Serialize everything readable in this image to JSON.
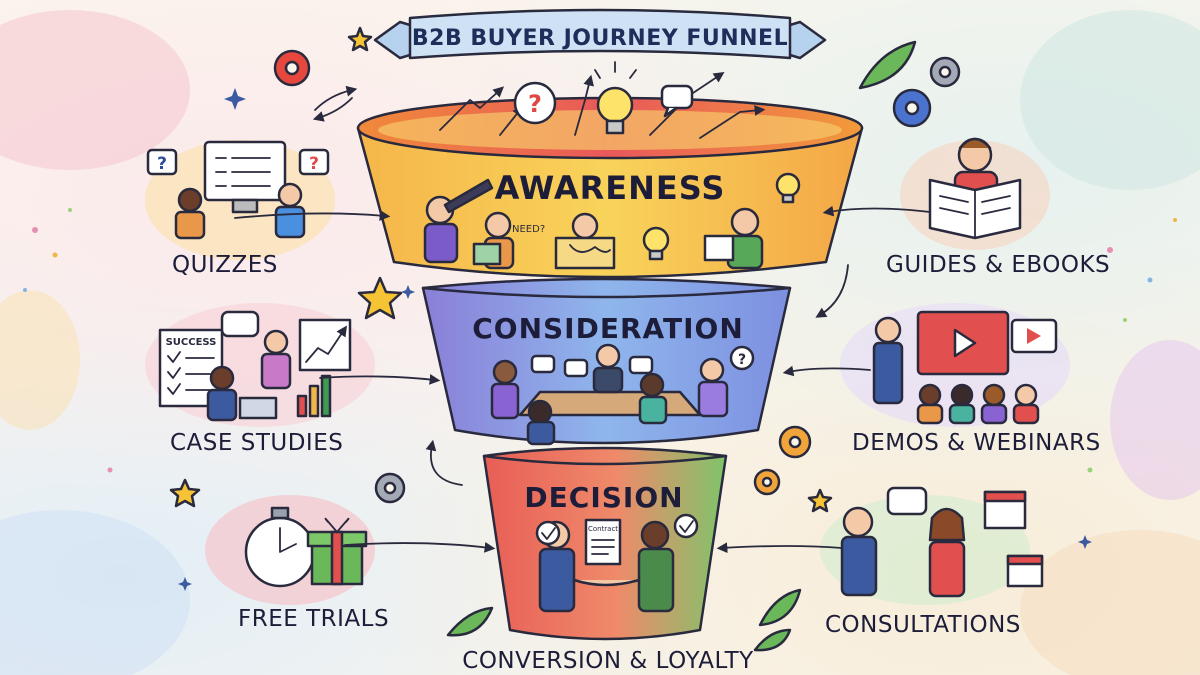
{
  "title": "B2B BUYER JOURNEY FUNNEL",
  "stages": {
    "awareness": "AWARENESS",
    "consideration": "CONSIDERATION",
    "decision": "DECISION",
    "bottom": "CONVERSION & LOYALTY"
  },
  "tactics": {
    "quizzes": "QUIZZES",
    "case_studies": "CASE STUDIES",
    "free_trials": "FREE TRIALS",
    "guides": "GUIDES & EBOOKS",
    "demos": "DEMOS & WEBINARS",
    "consultations": "CONSULTATIONS"
  },
  "small_text": {
    "need": "NEED?",
    "success": "SUCCESS",
    "contract": "Contract"
  },
  "colors": {
    "awareness": "#f6c24e",
    "awareness_rim": "#f4913f",
    "consideration": "#8ea6e8",
    "decision": "#e76a5e",
    "decision_green": "#8cc96b",
    "arrow_orange": "#f39a3a",
    "arrow_blue": "#4a8fe0",
    "arrow_red": "#e0493f",
    "arrow_purple": "#8a63d2",
    "arrow_green": "#4cae4c",
    "ribbon": "#cfe2f5"
  }
}
